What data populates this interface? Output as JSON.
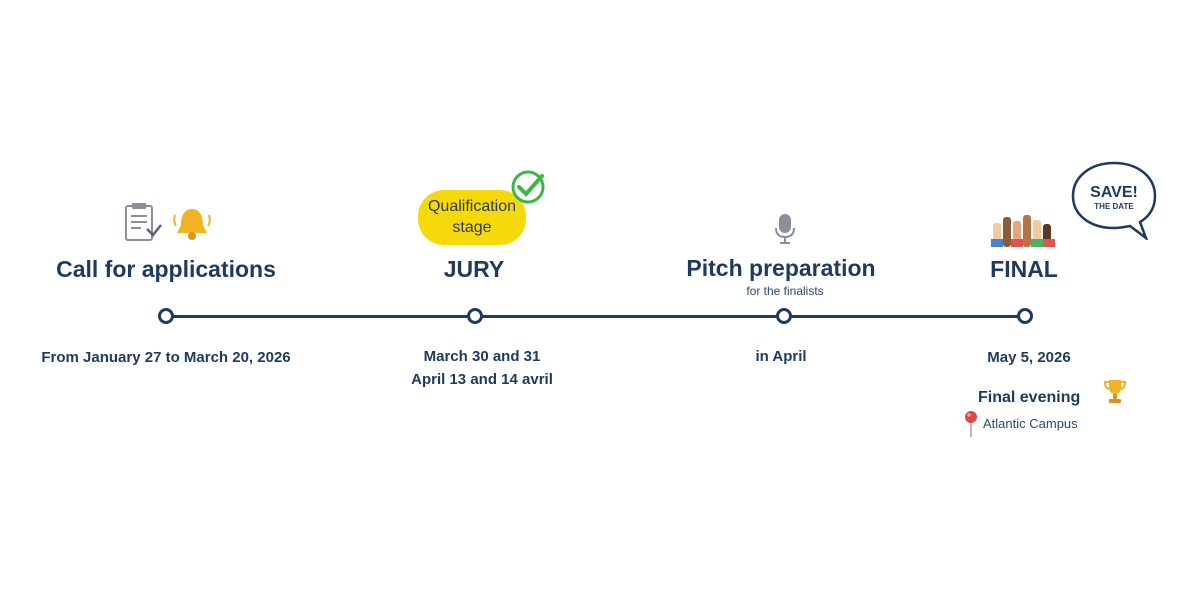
{
  "milestones": [
    {
      "title": "Call for applications",
      "date_lines": [
        "From January 27 to March 20, 2026"
      ]
    },
    {
      "title": "JURY",
      "badge": "Qualification stage",
      "date_lines": [
        "March 30 and 31",
        "April 13 and 14 avril"
      ]
    },
    {
      "title": "Pitch preparation",
      "subtitle": "for the finalists",
      "date_lines": [
        "in April"
      ]
    },
    {
      "title": "FINAL",
      "date_lines": [
        "May 5, 2026"
      ],
      "event": "Final evening",
      "location": "Atlantic Campus"
    }
  ],
  "save_the_date": {
    "line1": "SAVE!",
    "line2": "THE DATE"
  },
  "icons": [
    "form-icon",
    "bell-icon",
    "checkmark-icon",
    "microphone-icon",
    "raised-hands-icon",
    "trophy-icon",
    "pin-icon"
  ],
  "colors": {
    "navy": "#1e3a5f",
    "badge": "#f5d90a",
    "check": "#3bb54a",
    "bell": "#f0b323"
  }
}
